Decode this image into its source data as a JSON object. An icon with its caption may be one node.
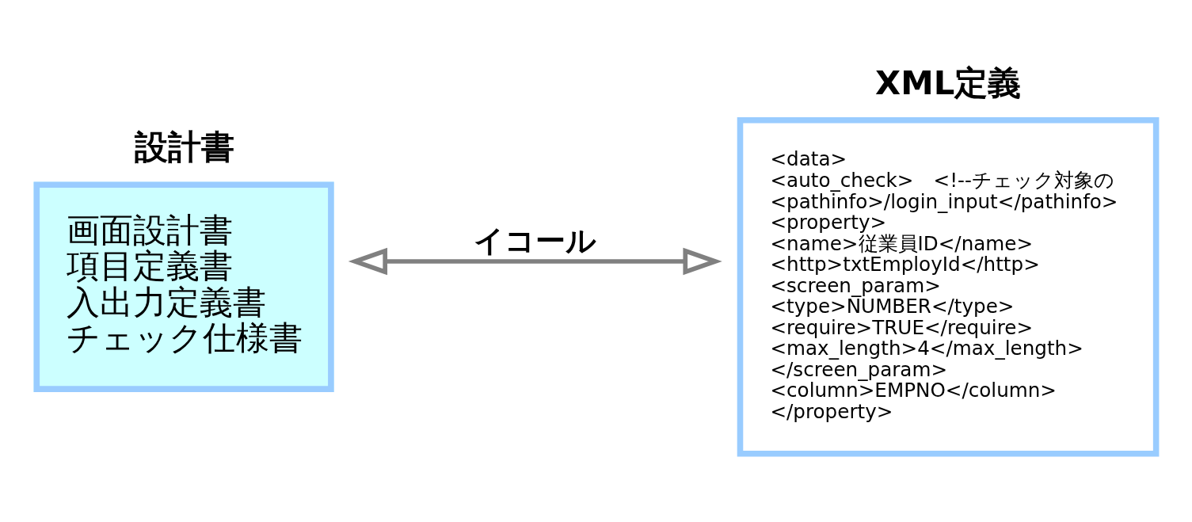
{
  "diagram": {
    "nodes": [
      {
        "text": [
          "設計書",
          "画面設計書",
          "項目定義書",
          "入出力定義書",
          "チェック仕様書"
        ]
      },
      {
        "text": [
          "XML定義",
          "<data>",
          "<auto_check>　<!--チェック対象の",
          "<pathinfo>/login_input</pathinfo>",
          "<property>",
          "<name>従業員ID</name>",
          "<http>txtEmployId</http>",
          "<screen_param>",
          "<type>NUMBER</type>",
          "<require>TRUE</require>",
          "<max_length>4</max_length>",
          "</screen_param>",
          "<column>EMPNO</column>",
          "</property>"
        ]
      }
    ],
    "edges": [
      {
        "from": 0,
        "to": 1,
        "arrow": "both",
        "label": "イコール"
      }
    ]
  }
}
